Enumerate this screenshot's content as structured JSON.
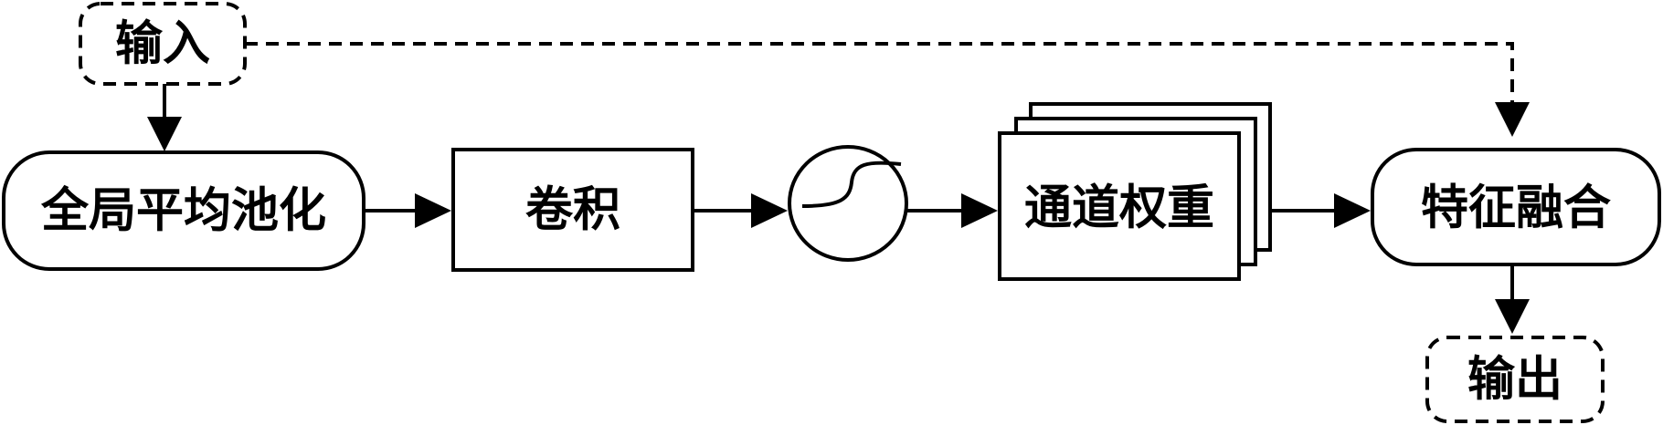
{
  "diagram": {
    "input_label": "输入",
    "gap_label": "全局平均池化",
    "conv_label": "卷积",
    "activation_icon": "sigmoid-curve-icon",
    "channel_weight_label": "通道权重",
    "fusion_label": "特征融合",
    "output_label": "输出"
  },
  "colors": {
    "stroke": "#000000",
    "fill": "#ffffff"
  }
}
